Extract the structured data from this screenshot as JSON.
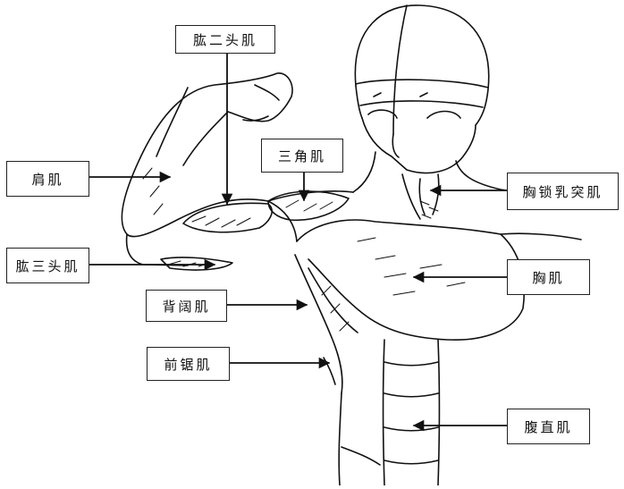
{
  "labels": {
    "biceps": "肱二头肌",
    "deltoid": "三角肌",
    "forearm": "肩肌",
    "triceps": "肱三头肌",
    "latissimus": "背阔肌",
    "serratus": "前锯肌",
    "sternocleidomastoid": "胸锁乳突肌",
    "pectoral": "胸肌",
    "rectus_abdominis": "腹直肌"
  },
  "colors": {
    "ink": "#111111",
    "paper": "#ffffff"
  }
}
